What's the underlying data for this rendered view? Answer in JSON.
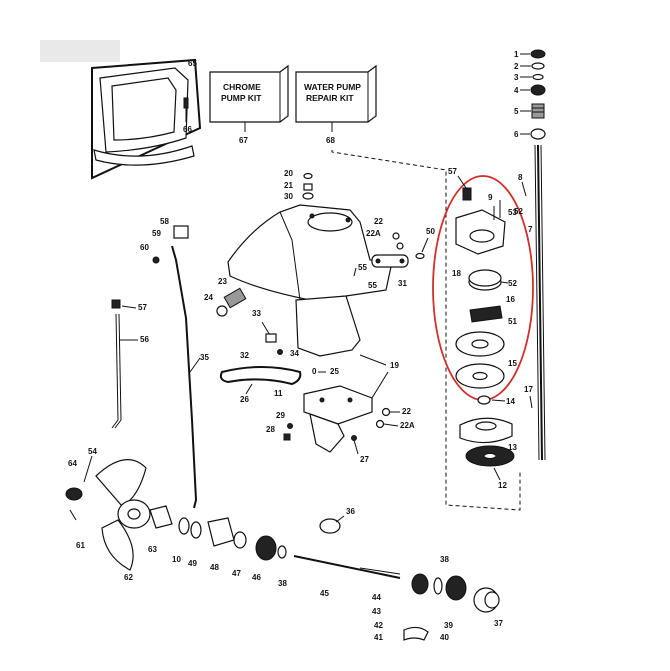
{
  "kits": {
    "chrome_line1": "CHROME",
    "chrome_line2": "PUMP KIT",
    "water_line1": "WATER PUMP",
    "water_line2": "REPAIR KIT"
  },
  "callouts": {
    "p1": "1",
    "p2": "2",
    "p3": "3",
    "p4": "4",
    "p5": "5",
    "p6": "6",
    "p7": "7",
    "p8": "8",
    "p9": "9",
    "p10": "10",
    "p11": "11",
    "p12": "12",
    "p13": "13",
    "p14": "14",
    "p15": "15",
    "p16": "16",
    "p17": "17",
    "p18": "18",
    "p19": "19",
    "p20": "20",
    "p21": "21",
    "p22a": "22",
    "p22b": "22",
    "p22Aa": "22A",
    "p22Ab": "22A",
    "p23": "23",
    "p24": "24",
    "p25": "25",
    "p26": "26",
    "p27": "27",
    "p28": "28",
    "p29": "29",
    "p30": "30",
    "p31": "31",
    "p32": "32",
    "p33": "33",
    "p34": "34",
    "p35": "35",
    "p36": "36",
    "p37": "37",
    "p38a": "38",
    "p38b": "38",
    "p39": "39",
    "p40": "40",
    "p41": "41",
    "p42": "42",
    "p43": "43",
    "p44": "44",
    "p45": "45",
    "p46": "46",
    "p47": "47",
    "p48": "48",
    "p49": "49",
    "p50": "50",
    "p51": "51",
    "p52a": "52",
    "p52b": "52",
    "p53": "53",
    "p54": "54",
    "p55": "55",
    "p56": "56",
    "p57a": "57",
    "p57b": "57",
    "p58": "58",
    "p59": "59",
    "p60": "60",
    "p61": "61",
    "p62": "62",
    "p63": "63",
    "p64": "64",
    "p65": "65",
    "p66": "66",
    "p67": "67",
    "p68": "68",
    "p0": "0"
  },
  "colors": {
    "highlight": "#d0302a",
    "ink": "#111111"
  }
}
